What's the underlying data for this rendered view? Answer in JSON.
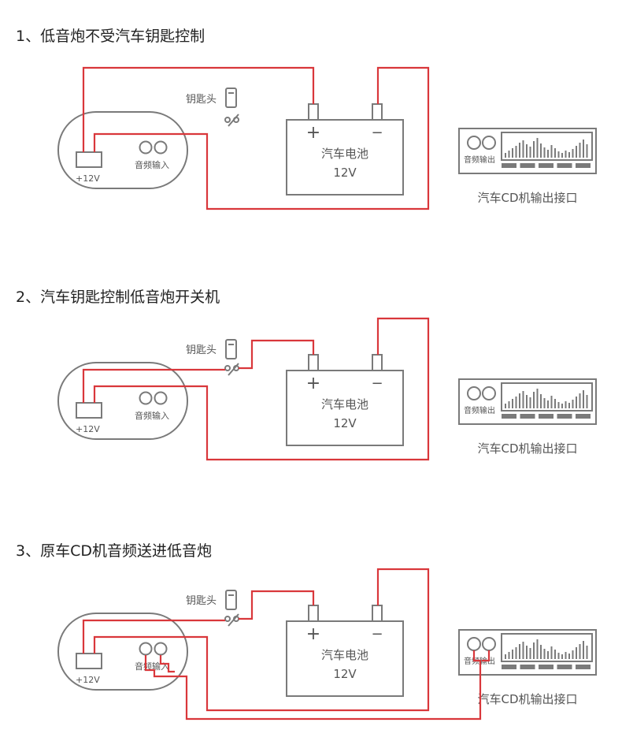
{
  "sections": [
    {
      "title": "1、低音炮不受汽车钥匙控制",
      "subwoofer": {
        "power_label": "+12V",
        "input_label": "音频输入"
      },
      "key_label": "钥匙头",
      "battery": {
        "name": "汽车电池",
        "voltage": "12V",
        "plus": "+",
        "minus": "−"
      },
      "cd": {
        "output_label": "音频输出",
        "caption": "汽车CD机输出接口"
      }
    },
    {
      "title": "2、汽车钥匙控制低音炮开关机",
      "subwoofer": {
        "power_label": "+12V",
        "input_label": "音频输入"
      },
      "key_label": "钥匙头",
      "battery": {
        "name": "汽车电池",
        "voltage": "12V",
        "plus": "+",
        "minus": "−"
      },
      "cd": {
        "output_label": "音频输出",
        "caption": "汽车CD机输出接口"
      }
    },
    {
      "title": "3、原车CD机音频送进低音炮",
      "subwoofer": {
        "power_label": "+12V",
        "input_label": "音频输入"
      },
      "key_label": "钥匙头",
      "battery": {
        "name": "汽车电池",
        "voltage": "12V",
        "plus": "+",
        "minus": "−"
      },
      "cd": {
        "output_label": "音频输出",
        "caption": "汽车CD机输出接口"
      }
    }
  ],
  "colors": {
    "wire": "#d9373b",
    "outline": "#7a7a7a",
    "text": "#222222",
    "label": "#555555"
  }
}
